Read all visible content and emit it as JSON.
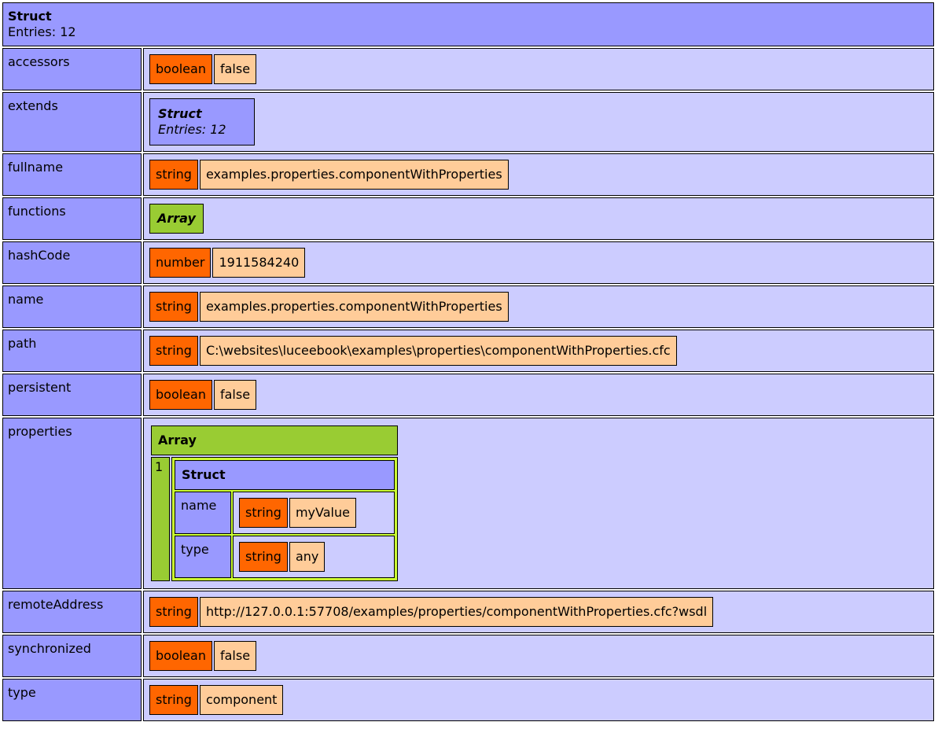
{
  "header": {
    "title": "Struct",
    "entries": "Entries: 12"
  },
  "colors": {
    "struct_highlight": "#9999FF",
    "struct_normal": "#CCCCFF",
    "array_highlight": "#99CC33",
    "array_normal": "#CCFF33",
    "simple_highlight": "#FF6600",
    "simple_normal": "#FFCC99",
    "border": "#000000",
    "page_background": "#FFFFFF"
  },
  "rows": [
    {
      "key": "accessors",
      "type": "boolean",
      "value": "false"
    },
    {
      "key": "extends",
      "struct": {
        "title": "Struct",
        "entries": "Entries: 12"
      }
    },
    {
      "key": "fullname",
      "type": "string",
      "value": "examples.properties.componentWithProperties"
    },
    {
      "key": "functions",
      "array": {
        "title": "Array"
      }
    },
    {
      "key": "hashCode",
      "type": "number",
      "value": "1911584240"
    },
    {
      "key": "name",
      "type": "string",
      "value": "examples.properties.componentWithProperties"
    },
    {
      "key": "path",
      "type": "string",
      "value": "C:\\websites\\luceebook\\examples\\properties\\componentWithProperties.cfc"
    },
    {
      "key": "persistent",
      "type": "boolean",
      "value": "false"
    },
    {
      "key": "properties",
      "array": {
        "title": "Array",
        "items": [
          {
            "index": "1",
            "struct": {
              "title": "Struct",
              "rows": [
                {
                  "key": "name",
                  "type": "string",
                  "value": "myValue"
                },
                {
                  "key": "type",
                  "type": "string",
                  "value": "any"
                }
              ]
            }
          }
        ]
      }
    },
    {
      "key": "remoteAddress",
      "type": "string",
      "value": "http://127.0.0.1:57708/examples/properties/componentWithProperties.cfc?wsdl"
    },
    {
      "key": "synchronized",
      "type": "boolean",
      "value": "false"
    },
    {
      "key": "type",
      "type": "string",
      "value": "component"
    }
  ]
}
